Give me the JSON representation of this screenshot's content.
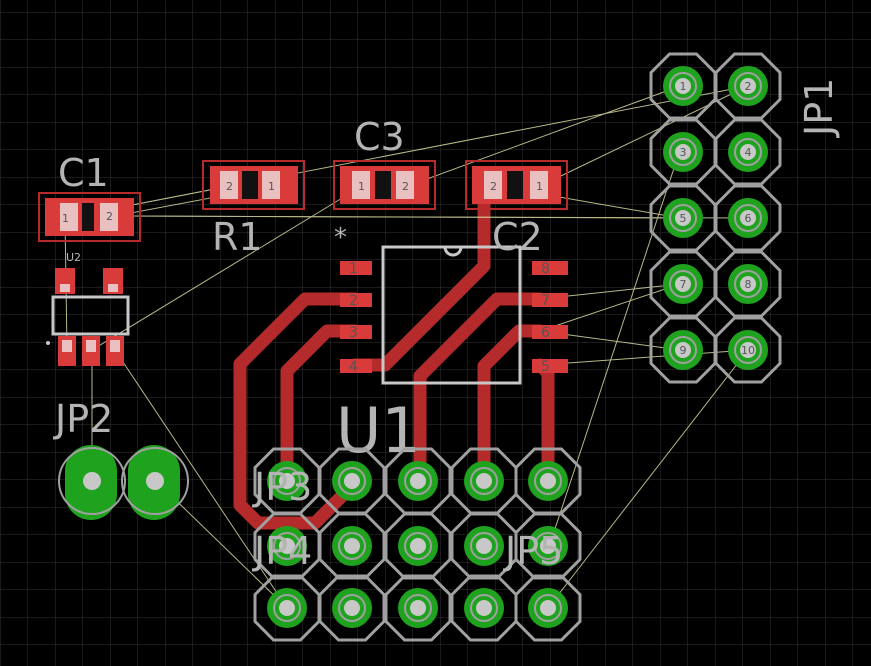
{
  "colors": {
    "background": "#000000",
    "grid": "#3a3a3a",
    "copper_top": "#b52a2a",
    "smd_pad": "#d93a3a",
    "pad_ring": "#a0a0a0",
    "via_ring": "#1fa31f",
    "silk_label": "#b4b4b4",
    "airwire": "#d8d8a0",
    "outline": "#c8c8c8"
  },
  "labels": {
    "c1": "C1",
    "c2": "C2",
    "c3": "C3",
    "r1": "R1",
    "u1": "U1",
    "u2": "U2",
    "jp1": "JP1",
    "jp2": "JP2",
    "jp3": "JP3",
    "jp4": "JP4",
    "jp5": "JP5",
    "pin1_marker": "*"
  },
  "u1_pins": [
    "1",
    "2",
    "3",
    "4",
    "5",
    "6",
    "7",
    "8"
  ],
  "jp1_pins": [
    "1",
    "2",
    "3",
    "4",
    "5",
    "6",
    "7",
    "8",
    "9",
    "10"
  ],
  "smd_pins": {
    "c1": [
      "1",
      "2"
    ],
    "r1": [
      "2",
      "1"
    ],
    "c3": [
      "1",
      "2"
    ],
    "c2": [
      "2",
      "1"
    ]
  }
}
